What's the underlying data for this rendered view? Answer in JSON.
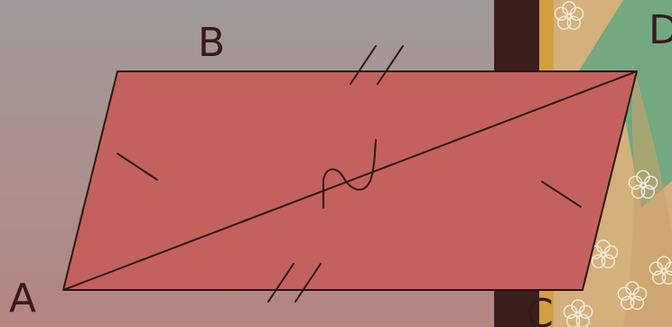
{
  "vertices": {
    "a": "A",
    "b": "B",
    "c": "C",
    "d": "D"
  },
  "colors": {
    "background_top": "#a09a9a",
    "background_bottom": "#b58580",
    "parallelogram_fill": "#c4615c",
    "outline": "#2a1512",
    "label": "#3a1a18",
    "dark_strip": "#3b1f1d",
    "gold_border": "#d5a040",
    "kimono_tan": "#d4b07c",
    "kimono_green": "#73a880"
  },
  "icons": {
    "congruence_mark": "congruence-wavy-symbol",
    "background_pattern": "plum-blossom-pattern"
  }
}
